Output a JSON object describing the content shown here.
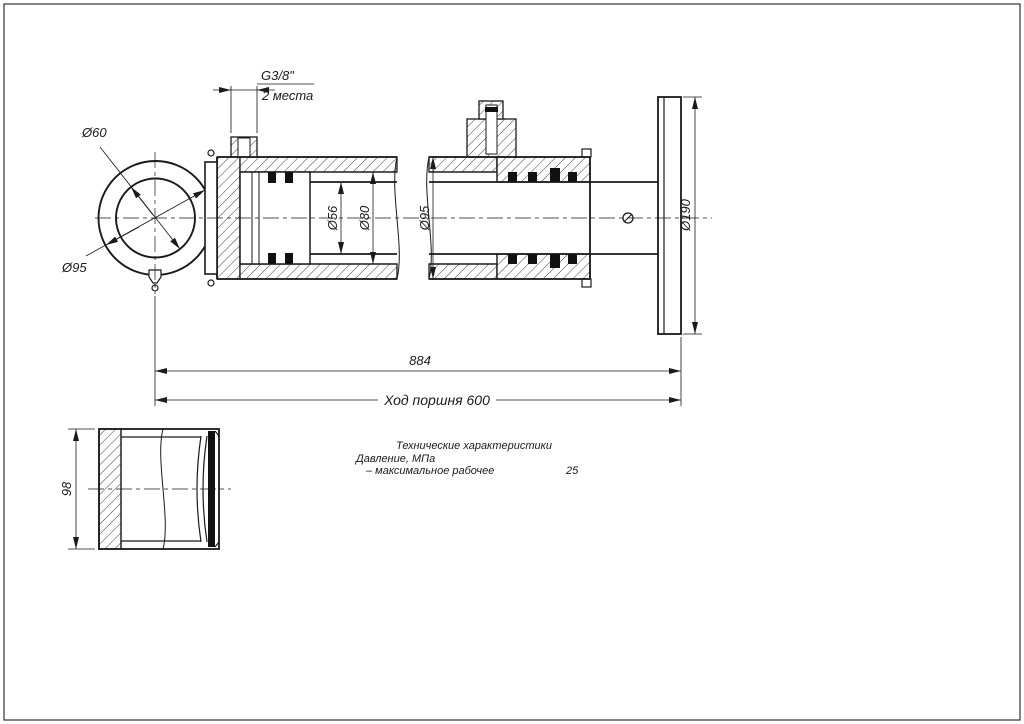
{
  "dims": {
    "d60": "Ø60",
    "d95_eye": "Ø95",
    "thread": "G3/8\"",
    "places": "2 места",
    "d56": "Ø56",
    "d80": "Ø80",
    "d95": "Ø95",
    "d190": "Ø190",
    "len": "884",
    "stroke": "Ход поршня 600",
    "bush": "98"
  },
  "specs": {
    "title": "Технические характеристики",
    "p_label": "Давление, МПа",
    "max_label": "– максимальное рабочее",
    "max_value": "25"
  },
  "colors": {
    "line": "#1a1a1a",
    "background": "#ffffff"
  }
}
